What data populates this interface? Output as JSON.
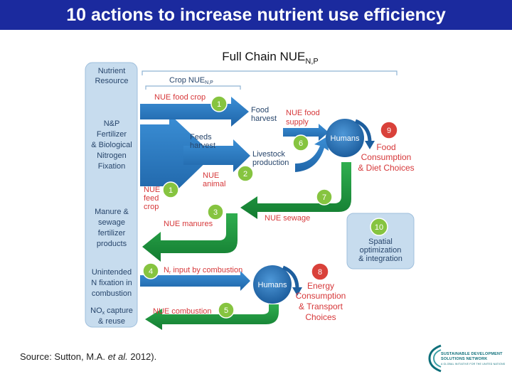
{
  "title": "10 actions to increase nutrient use efficiency",
  "subtitle": {
    "main": "Full Chain NUE",
    "sub": "N,P"
  },
  "source": {
    "prefix": "Source: Sutton, M.A. ",
    "italic": "et al.",
    "suffix": " 2012)."
  },
  "logo": {
    "line1": "SUSTAINABLE DEVELOPMENT",
    "line2": "SOLUTIONS NETWORK",
    "line3": "A GLOBAL INITIATIVE FOR THE UNITED NATIONS"
  },
  "colors": {
    "title_bg": "#1b2a9e",
    "blue_arrow": "#2e7fc4",
    "green_arrow": "#1f9a40",
    "panel": "#c7dcee",
    "red_label": "#d6383a",
    "badge_green": "#86c440",
    "badge_red": "#d9413a"
  },
  "diagram": {
    "left_panel": {
      "nutrient_resource": [
        "Nutrient",
        "Resource"
      ],
      "fertilizer": [
        "N&P",
        "Fertilizer",
        "& Biological",
        "Nitrogen",
        "Fixation"
      ],
      "manure": [
        "Manure &",
        "sewage",
        "fertilizer",
        "products"
      ],
      "unintended": [
        "Unintended",
        "N fixation in",
        "combustion"
      ],
      "nox_line1_main": "NO",
      "nox_line1_sub": "x",
      "nox_line1_rest": " capture",
      "nox_line2": "& reuse"
    },
    "labels": {
      "crop_nue": "Crop NUE",
      "crop_nue_sub": "N,P",
      "nue_food_crop": "NUE food crop",
      "food_harvest": [
        "Food",
        "harvest"
      ],
      "nue_food_supply": [
        "NUE food",
        "supply"
      ],
      "feeds_harvest": [
        "Feeds",
        "harvest"
      ],
      "livestock_production": [
        "Livestock",
        "production"
      ],
      "nue_animal": [
        "NUE",
        "animal"
      ],
      "nue_feed_crop": [
        "NUE",
        "feed",
        "crop"
      ],
      "nue_sewage": "NUE sewage",
      "nue_manures": "NUE manures",
      "food_consumption": [
        "Food",
        "Consumption",
        "& Diet Choices"
      ],
      "spatial": [
        "Spatial",
        "optimization",
        "& integration"
      ],
      "nr_input_main": "N",
      "nr_input_sub": "r",
      "nr_input_rest": " input by combustion",
      "energy_consumption": [
        "Energy",
        "Consumption",
        "& Transport",
        "Choices"
      ],
      "nue_combustion": "NUE combustion",
      "humans_top": "Humans",
      "humans_bottom": "Humans"
    },
    "badges": [
      "1",
      "2",
      "1",
      "3",
      "4",
      "5",
      "6",
      "7",
      "8",
      "9",
      "10"
    ]
  }
}
